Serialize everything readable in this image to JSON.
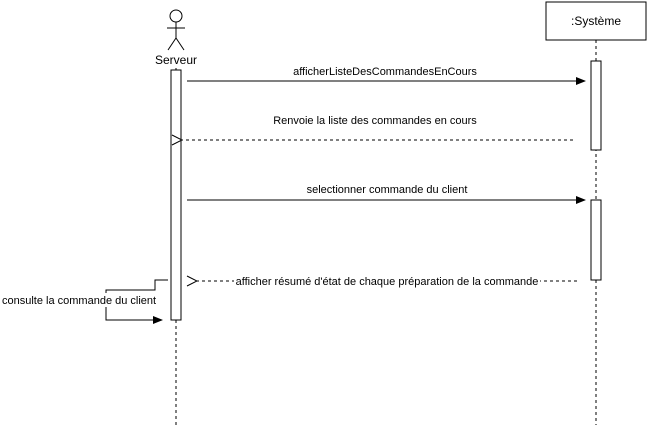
{
  "participants": {
    "actor": {
      "name": "Serveur",
      "icon": "stick-figure-icon"
    },
    "system": {
      "name": ":Système"
    }
  },
  "messages": [
    {
      "label": "afficherListeDesCommandesEnCours",
      "kind": "synchronous",
      "from": "Serveur",
      "to": ":Système"
    },
    {
      "label": "Renvoie la liste des commandes en cours",
      "kind": "return",
      "from": ":Système",
      "to": "Serveur"
    },
    {
      "label": "selectionner commande du client",
      "kind": "synchronous",
      "from": "Serveur",
      "to": ":Système"
    },
    {
      "label": "afficher résumé d'état de chaque préparation de la commande",
      "kind": "return",
      "from": ":Système",
      "to": "Serveur"
    },
    {
      "label": "consulte la commande du client",
      "kind": "self",
      "from": "Serveur",
      "to": "Serveur"
    }
  ],
  "colors": {
    "line": "#000000",
    "background": "#ffffff"
  }
}
